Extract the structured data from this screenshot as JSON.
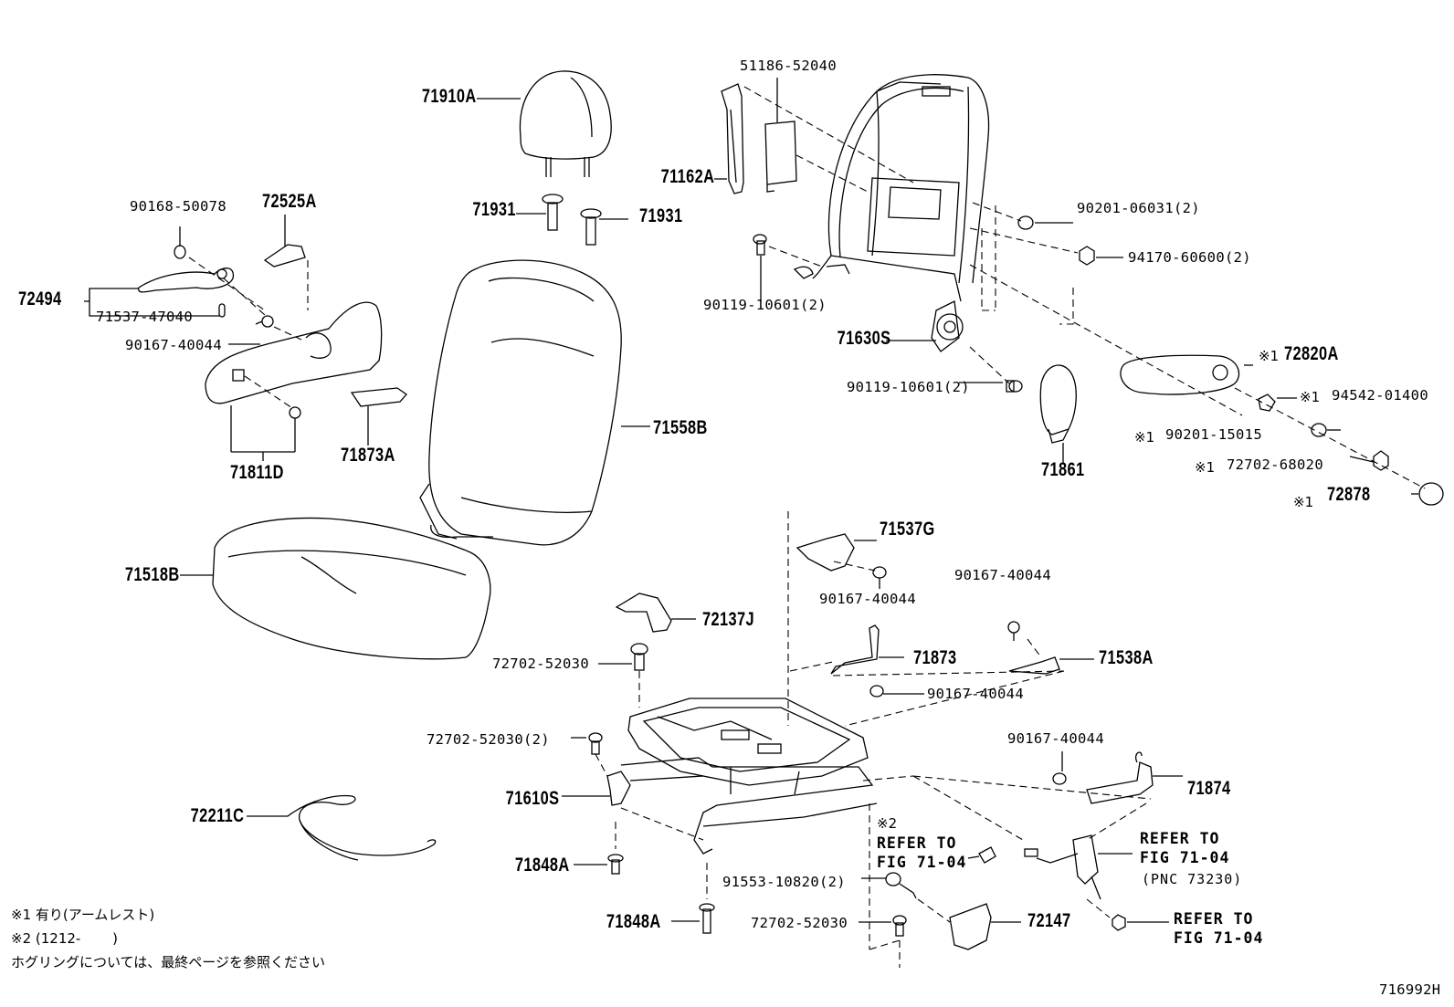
{
  "labels": {
    "p71910A": "71910A",
    "p51186": "51186-52040",
    "p71162A": "71162A",
    "p90168": "90168-50078",
    "p72525A": "72525A",
    "p71931a": "71931",
    "p71931b": "71931",
    "p90201_06031": "90201-06031(2)",
    "p94170": "94170-60600(2)",
    "p72494": "72494",
    "p71537_47040": "71537-47040",
    "p90119a": "90119-10601(2)",
    "p90167a": "90167-40044",
    "p71630S": "71630S",
    "p72820A": "72820A",
    "p90119b": "90119-10601(2)",
    "p94542": "94542-01400",
    "p71558B": "71558B",
    "p90201_15015": "90201-15015",
    "p71873A": "71873A",
    "p71811D": "71811D",
    "p72702_68020": "72702-68020",
    "p71861": "71861",
    "p72878": "72878",
    "p71537G": "71537G",
    "p71518B": "71518B",
    "p90167b": "90167-40044",
    "p90167c": "90167-40044",
    "p72137J": "72137J",
    "p71873": "71873",
    "p71538A": "71538A",
    "p72702_52030a": "72702-52030",
    "p90167d": "90167-40044",
    "p72702_52030b": "72702-52030(2)",
    "p90167e": "90167-40044",
    "p71874": "71874",
    "p71610S": "71610S",
    "p72211C": "72211C",
    "p71848Aa": "71848A",
    "p91553": "91553-10820(2)",
    "p71848Ab": "71848A",
    "p72702_52030c": "72702-52030",
    "p72147": "72147"
  },
  "marks": {
    "m1": "※1",
    "m2": "※2"
  },
  "refs": {
    "ref1_l1": "REFER TO",
    "ref1_l2": "FIG 71-04",
    "ref2_l1": "REFER TO",
    "ref2_l2": "FIG 71-04",
    "ref2_l3": "(PNC 73230)",
    "ref3_l1": "REFER TO",
    "ref3_l2": "FIG 71-04"
  },
  "notes": {
    "n1": "※1 有り(アームレスト)",
    "n2": "※2 (1212-　　 )",
    "n3": "ホグリングについては、最終ページを参照ください"
  },
  "figure_id": "716992H"
}
